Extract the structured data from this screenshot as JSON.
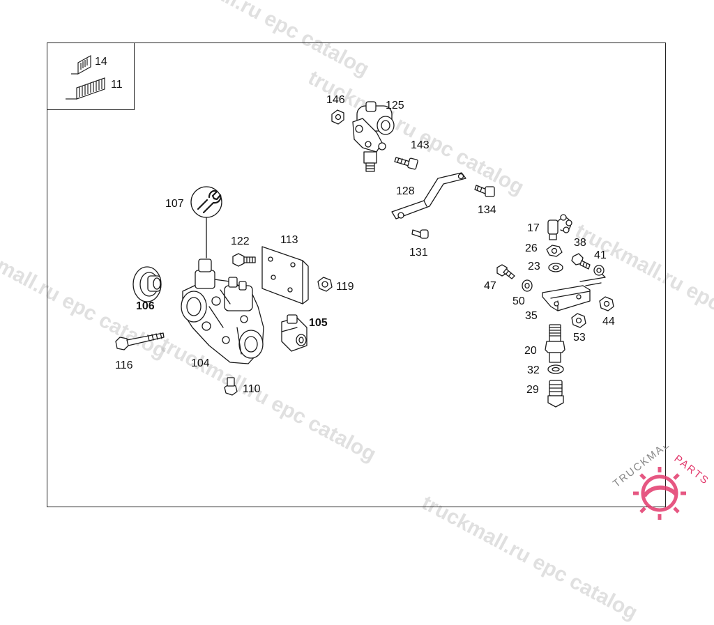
{
  "watermark": {
    "text": "truckmall.ru epc catalog",
    "logo_brand_main": "TRUCKMALL",
    "logo_brand_accent": "PARTS",
    "logo_color": "#e23a6d"
  },
  "legend": {
    "items": [
      {
        "label": "14"
      },
      {
        "label": "11"
      }
    ]
  },
  "parts": {
    "p146": "146",
    "p125": "125",
    "p143": "143",
    "p128": "128",
    "p134": "134",
    "p131": "131",
    "p107": "107",
    "p122": "122",
    "p113": "113",
    "p119": "119",
    "p106": "106",
    "p105": "105",
    "p116": "116",
    "p104": "104",
    "p110": "110",
    "p17": "17",
    "p26": "26",
    "p38": "38",
    "p41": "41",
    "p23": "23",
    "p47": "47",
    "p50": "50",
    "p35": "35",
    "p44": "44",
    "p53": "53",
    "p20": "20",
    "p32": "32",
    "p29": "29"
  }
}
